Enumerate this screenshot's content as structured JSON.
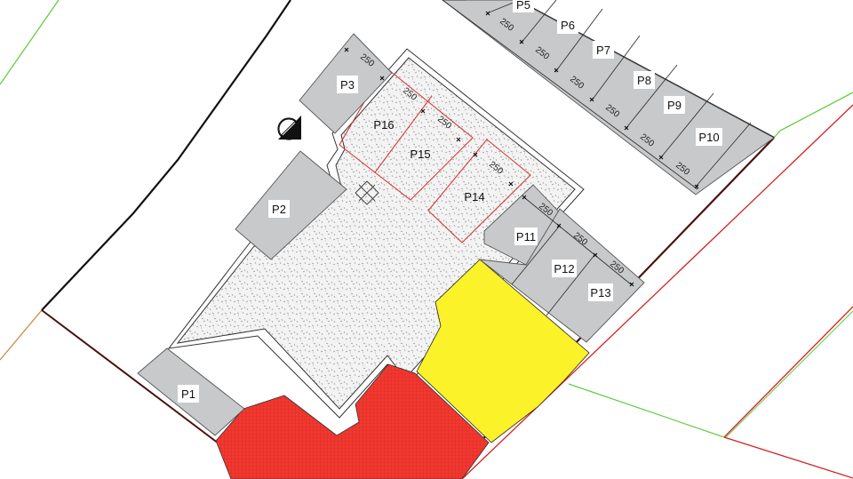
{
  "colors": {
    "background": "#ffffff",
    "parking_fill": "#c8c9cb",
    "parking_stroke": "#555555",
    "boundary": "#111111",
    "boundary_dark_red": "#4a1010",
    "neighbor_red": "#d42020",
    "neighbor_green": "#66cc44",
    "neighbor_orange": "#c8843a",
    "zone_red": "#f03a30",
    "zone_yellow": "#fbf22a",
    "building_fill": "#f1f1f1",
    "outline_red": "#d43a3a"
  },
  "parking_spaces": [
    {
      "id": "P1",
      "label": "P1"
    },
    {
      "id": "P2",
      "label": "P2"
    },
    {
      "id": "P3",
      "label": "P3"
    },
    {
      "id": "P5",
      "label": "P5"
    },
    {
      "id": "P6",
      "label": "P6"
    },
    {
      "id": "P7",
      "label": "P7"
    },
    {
      "id": "P8",
      "label": "P8"
    },
    {
      "id": "P9",
      "label": "P9"
    },
    {
      "id": "P10",
      "label": "P10"
    },
    {
      "id": "P11",
      "label": "P11"
    },
    {
      "id": "P12",
      "label": "P12"
    },
    {
      "id": "P13",
      "label": "P13"
    },
    {
      "id": "P14",
      "label": "P14"
    },
    {
      "id": "P15",
      "label": "P15"
    },
    {
      "id": "P16",
      "label": "P16"
    }
  ],
  "dimensions": {
    "space_width": "250"
  },
  "symbols": {
    "north_arrow": "north-arrow-icon",
    "vent_marker": "vent-cross-icon"
  },
  "zones": [
    {
      "name": "red-zone",
      "color": "#f03a30"
    },
    {
      "name": "yellow-zone",
      "color": "#fbf22a"
    }
  ]
}
